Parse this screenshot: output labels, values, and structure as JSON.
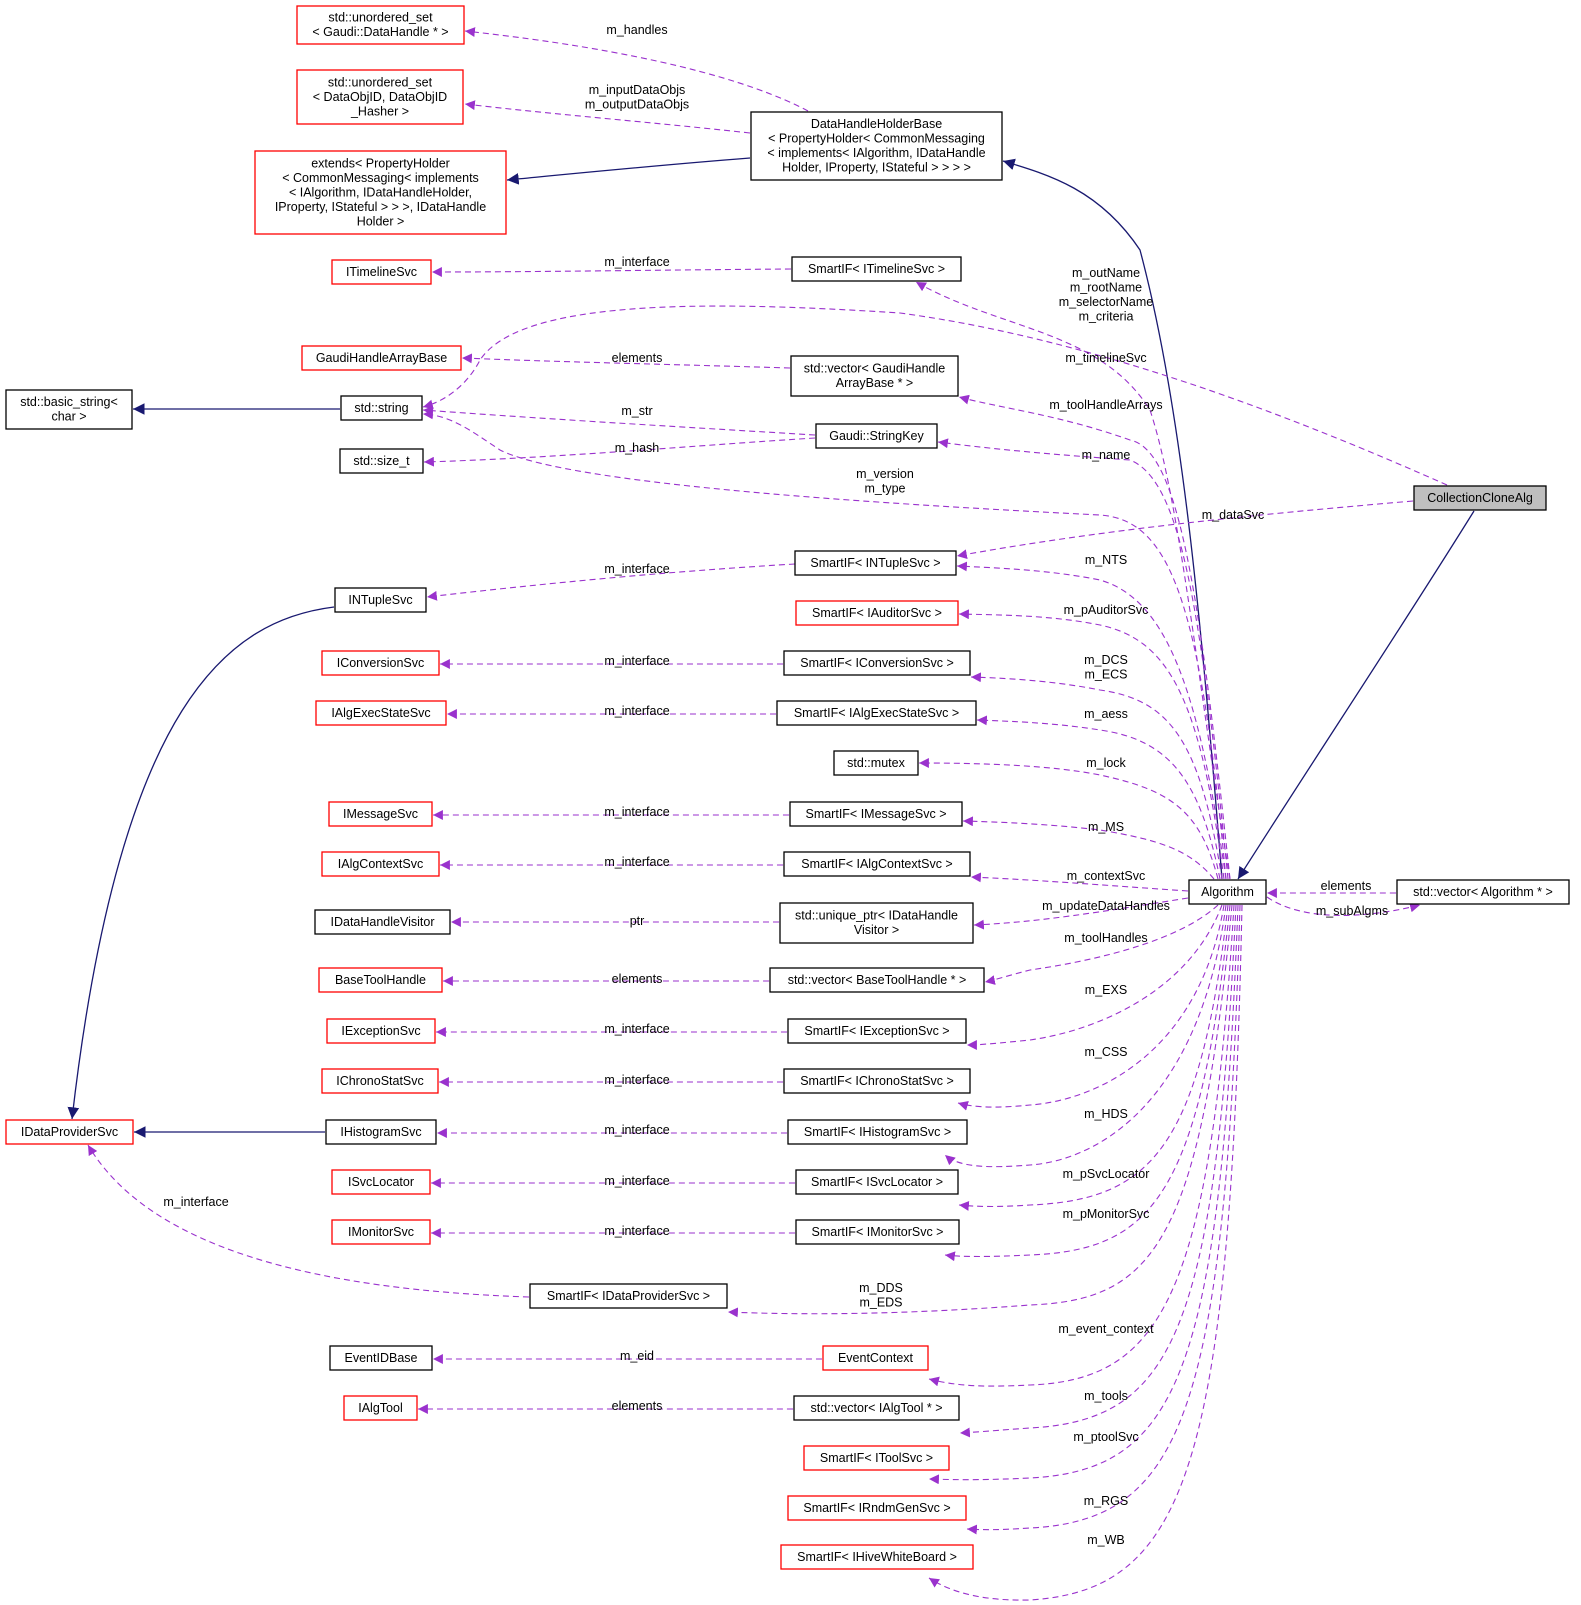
{
  "colors": {
    "member_edge": "#9a32cd",
    "inherit_edge": "#191970",
    "incomplete_node_border": "#ff0000",
    "complete_node_border": "#000000",
    "focus_node_fill": "#bfbfbf"
  },
  "nodes": {
    "unordered_set_handle": [
      "std::unordered_set",
      "< Gaudi::DataHandle * >"
    ],
    "unordered_set_objid": [
      "std::unordered_set",
      "< DataObjID, DataObjID",
      "_Hasher >"
    ],
    "extends_propertyholder": [
      "extends< PropertyHolder",
      "< CommonMessaging< implements",
      "< IAlgorithm, IDataHandleHolder,",
      " IProperty, IStateful > > >, IDataHandle",
      "Holder >"
    ],
    "datahandleholderbase": [
      "DataHandleHolderBase",
      "< PropertyHolder< CommonMessaging",
      "< implements< IAlgorithm, IDataHandle",
      "Holder, IProperty, IStateful > > > >"
    ],
    "itimelinesvc": [
      "ITimelineSvc"
    ],
    "smartif_itimelinesvc": [
      "SmartIF< ITimelineSvc >"
    ],
    "gaudihandlearraybase": [
      "GaudiHandleArrayBase"
    ],
    "vector_gaudihandlearraybase": [
      "std::vector< GaudiHandle",
      "ArrayBase * >"
    ],
    "basic_string": [
      "std::basic_string<",
      "char >"
    ],
    "std_string": [
      "std::string"
    ],
    "stringkey": [
      "Gaudi::StringKey"
    ],
    "size_t": [
      "std::size_t"
    ],
    "collectionclonealg": [
      "CollectionCloneAlg"
    ],
    "smartif_intuplesvc": [
      "SmartIF< INTupleSvc >"
    ],
    "intuplesvc": [
      "INTupleSvc"
    ],
    "smartif_iauditorsvc": [
      "SmartIF< IAuditorSvc >"
    ],
    "iconversionsvc": [
      "IConversionSvc"
    ],
    "smartif_iconversionsvc": [
      "SmartIF< IConversionSvc >"
    ],
    "ialgexecstatesvc": [
      "IAlgExecStateSvc"
    ],
    "smartif_ialgexecstatesvc": [
      "SmartIF< IAlgExecStateSvc >"
    ],
    "std_mutex": [
      "std::mutex"
    ],
    "imessagesvc": [
      "IMessageSvc"
    ],
    "smartif_imessagesvc": [
      "SmartIF< IMessageSvc >"
    ],
    "ialgcontextsvc": [
      "IAlgContextSvc"
    ],
    "smartif_ialgcontextsvc": [
      "SmartIF< IAlgContextSvc >"
    ],
    "algorithm": [
      "Algorithm"
    ],
    "vector_algorithm": [
      "std::vector< Algorithm * >"
    ],
    "idatahandlevisitor": [
      "IDataHandleVisitor"
    ],
    "unique_ptr_visitor": [
      "std::unique_ptr< IDataHandle",
      "Visitor >"
    ],
    "basetoolhandle": [
      "BaseToolHandle"
    ],
    "vector_basetoolhandle": [
      "std::vector< BaseToolHandle * >"
    ],
    "iexceptionsvc": [
      "IExceptionSvc"
    ],
    "smartif_iexceptionsvc": [
      "SmartIF< IExceptionSvc >"
    ],
    "ichronostatsvc": [
      "IChronoStatSvc"
    ],
    "smartif_ichronostatsvc": [
      "SmartIF< IChronoStatSvc >"
    ],
    "idataprovidersvc": [
      "IDataProviderSvc"
    ],
    "ihistogramsvc": [
      "IHistogramSvc"
    ],
    "smartif_ihistogramsvc": [
      "SmartIF< IHistogramSvc >"
    ],
    "isvclocator": [
      "ISvcLocator"
    ],
    "smartif_isvclocator": [
      "SmartIF< ISvcLocator >"
    ],
    "imonitorsvc": [
      "IMonitorSvc"
    ],
    "smartif_imonitorsvc": [
      "SmartIF< IMonitorSvc >"
    ],
    "smartif_idataprovidersvc": [
      "SmartIF< IDataProviderSvc >"
    ],
    "eventidbase": [
      "EventIDBase"
    ],
    "eventcontext": [
      "EventContext"
    ],
    "ialgtool": [
      "IAlgTool"
    ],
    "vector_ialgtool": [
      "std::vector< IAlgTool * >"
    ],
    "smartif_itoolsvc": [
      "SmartIF< IToolSvc >"
    ],
    "smartif_irndmgensvc": [
      "SmartIF< IRndmGenSvc >"
    ],
    "smartif_ihivewhiteboard": [
      "SmartIF< IHiveWhiteBoard >"
    ]
  },
  "edge_labels": {
    "m_handles": [
      "m_handles"
    ],
    "m_data_objs": [
      "m_inputDataObjs",
      "m_outputDataObjs"
    ],
    "itimeline_interface": [
      "m_interface"
    ],
    "clone_strings": [
      "m_outName",
      "m_rootName",
      "m_selectorName",
      "m_criteria"
    ],
    "m_timelinesvc": [
      "m_timelineSvc"
    ],
    "gaudihandle_elements": [
      "elements"
    ],
    "m_toolhandlearrays": [
      "m_toolHandleArrays"
    ],
    "m_str": [
      "m_str"
    ],
    "m_hash": [
      "m_hash"
    ],
    "m_name": [
      "m_name"
    ],
    "m_version_type": [
      "m_version",
      "m_type"
    ],
    "m_datasvc": [
      "m_dataSvc"
    ],
    "m_nts": [
      "m_NTS"
    ],
    "intuple_interface": [
      "m_interface"
    ],
    "m_pauditorsvc": [
      "m_pAuditorSvc"
    ],
    "iconversion_interface": [
      "m_interface"
    ],
    "m_dcs_ecs": [
      "m_DCS",
      "m_ECS"
    ],
    "ialgexec_interface": [
      "m_interface"
    ],
    "m_aess": [
      "m_aess"
    ],
    "m_lock": [
      "m_lock"
    ],
    "imessage_interface": [
      "m_interface"
    ],
    "m_ms": [
      "m_MS"
    ],
    "ialgcontext_interface": [
      "m_interface"
    ],
    "m_contextsvc": [
      "m_contextSvc"
    ],
    "alg_elements": [
      "elements"
    ],
    "m_subalgms": [
      "m_subAlgms"
    ],
    "m_updatedatahandles": [
      "m_updateDataHandles"
    ],
    "ptr": [
      "ptr"
    ],
    "m_toolhandles": [
      "m_toolHandles"
    ],
    "basetool_elements": [
      "elements"
    ],
    "m_exs": [
      "m_EXS"
    ],
    "iexception_interface": [
      "m_interface"
    ],
    "m_css": [
      "m_CSS"
    ],
    "ichrono_interface": [
      "m_interface"
    ],
    "m_hds": [
      "m_HDS"
    ],
    "ihistogram_interface": [
      "m_interface"
    ],
    "m_psvclocator": [
      "m_pSvcLocator"
    ],
    "isvclocator_interface": [
      "m_interface"
    ],
    "m_pmonitorsvc": [
      "m_pMonitorSvc"
    ],
    "imonitor_interface": [
      "m_interface"
    ],
    "idataprovider_interface": [
      "m_interface"
    ],
    "m_dds_eds": [
      "m_DDS",
      "m_EDS"
    ],
    "m_event_context": [
      "m_event_context"
    ],
    "m_eid": [
      "m_eid"
    ],
    "ialgtool_elements": [
      "elements"
    ],
    "m_tools": [
      "m_tools"
    ],
    "m_ptoolsvc": [
      "m_ptoolSvc"
    ],
    "m_rgs": [
      "m_RGS"
    ],
    "m_wb": [
      "m_WB"
    ]
  }
}
